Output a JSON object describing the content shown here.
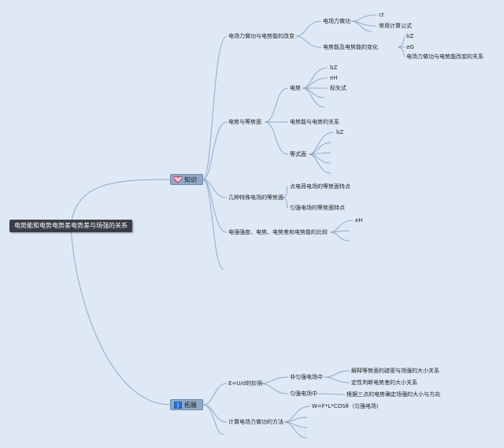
{
  "root": {
    "label": "电势能和电势电势差电势差与场强的关系"
  },
  "branches": {
    "knowledge": {
      "label": "知识",
      "icon": "heart-icon"
    },
    "extension": {
      "label": "拓展",
      "icon": "book-icon"
    }
  },
  "knowledge": {
    "k1": {
      "label": "电场力做功与电势能的改变",
      "a": {
        "label": "电场力做功",
        "c1": "ct",
        "c2": "常用计算公式"
      },
      "b": {
        "label": "电势能及电势能的变化",
        "c1": "bZ",
        "c2": "eG",
        "c3": "电场力做功与电势能改变的关系"
      }
    },
    "k2": {
      "label": "电势与等势面",
      "a": {
        "label": "电势",
        "c1": "bZ",
        "c2": "eH",
        "c3": "标矢式"
      },
      "b": {
        "label": "电势能与电势的关系"
      },
      "c": {
        "label": "等式面",
        "c1": "bZ"
      }
    },
    "k3": {
      "label": "几种特殊电场的等势面",
      "c1": "点电荷电场的等势面特点",
      "c2": "匀强电场的等势面特点"
    },
    "k4": {
      "label": "电强强度、电势、电势差和电势能的比较",
      "c1": "eH"
    }
  },
  "extension": {
    "e1": {
      "label": "E=U/d的妙用",
      "a": {
        "label": "非匀强电场中",
        "c1": "解释等势面的疏密与场强的大小关系",
        "c2": "定性判断电势差的大小关系"
      },
      "b": {
        "label": "匀强电场中",
        "c1": "根据三点的电势确定场强的大小与方向"
      }
    },
    "e2": {
      "label": "计算电场力做功的方法",
      "c1": "W=F*L*COSθ（匀强电场）"
    }
  },
  "colors": {
    "background": "#dfe9f6",
    "line": "#8fa9c6",
    "root_bg": "#3a3d46",
    "branch_bg": "#8fa9c6"
  }
}
